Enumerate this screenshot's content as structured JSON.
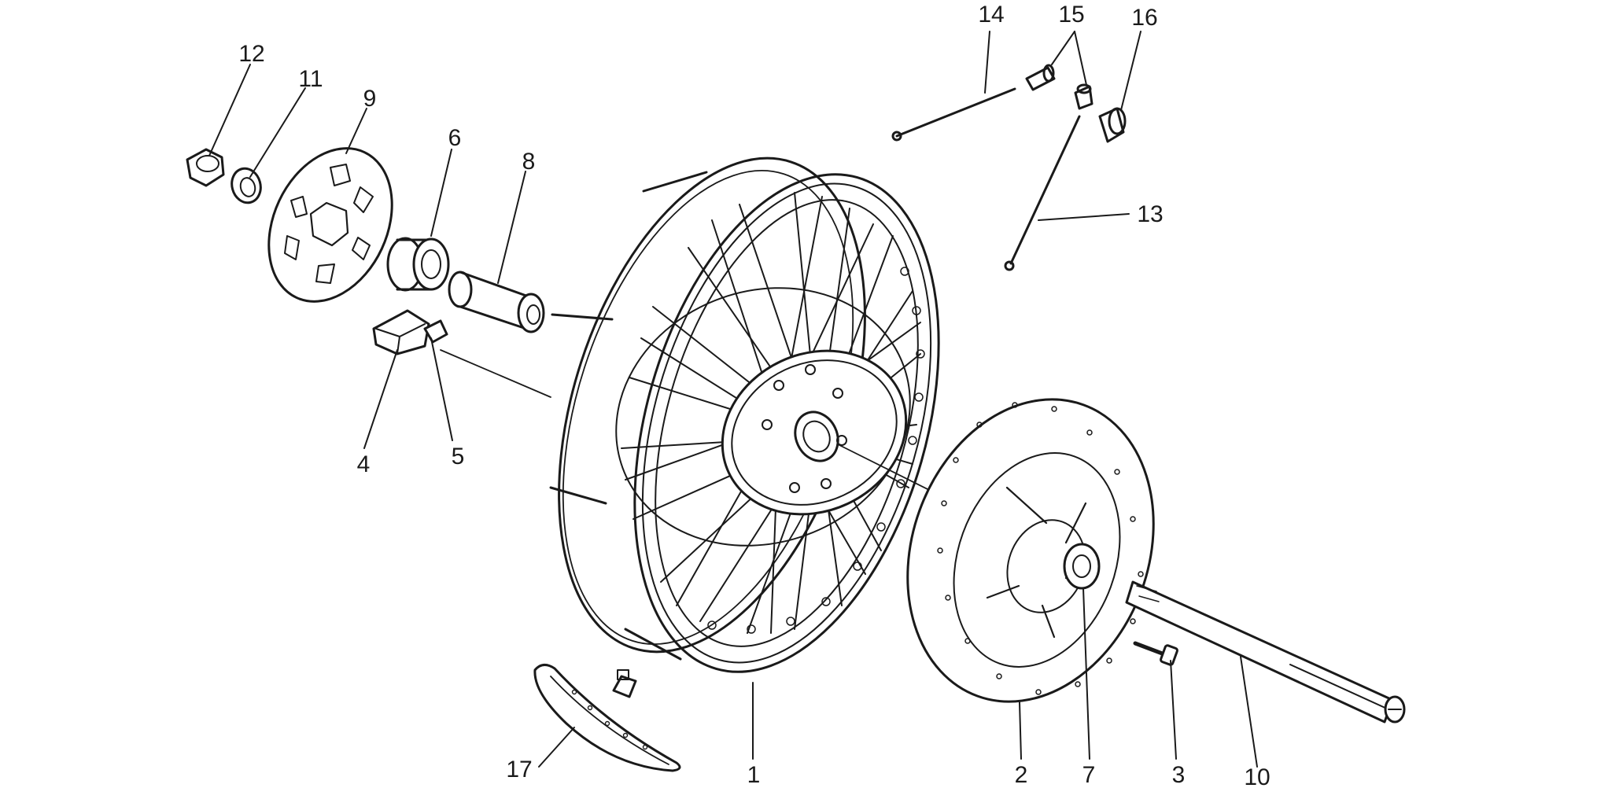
{
  "diagram": {
    "kind": "exploded parts view",
    "parts": [
      {
        "id": "p1",
        "label": "1",
        "name": "spoked-wheel"
      },
      {
        "id": "p2",
        "label": "2",
        "name": "brake-disc"
      },
      {
        "id": "p3",
        "label": "3",
        "name": "disc-bolt"
      },
      {
        "id": "p4",
        "label": "4",
        "name": "speedo-drive"
      },
      {
        "id": "p5",
        "label": "5",
        "name": "drive-tab"
      },
      {
        "id": "p6",
        "label": "6",
        "name": "bearing"
      },
      {
        "id": "p7",
        "label": "7",
        "name": "hub-spacer"
      },
      {
        "id": "p8",
        "label": "8",
        "name": "spacer-tube"
      },
      {
        "id": "p9",
        "label": "9",
        "name": "hub-cover-plate"
      },
      {
        "id": "p10",
        "label": "10",
        "name": "wheel-axle"
      },
      {
        "id": "p11",
        "label": "11",
        "name": "washer"
      },
      {
        "id": "p12",
        "label": "12",
        "name": "axle-nut"
      },
      {
        "id": "p13",
        "label": "13",
        "name": "spoke-long"
      },
      {
        "id": "p14",
        "label": "14",
        "name": "spoke-short"
      },
      {
        "id": "p15",
        "label": "15",
        "name": "spoke-nipple"
      },
      {
        "id": "p16",
        "label": "16",
        "name": "rim-grommet"
      },
      {
        "id": "p17",
        "label": "17",
        "name": "rim-tape-valve"
      }
    ]
  }
}
